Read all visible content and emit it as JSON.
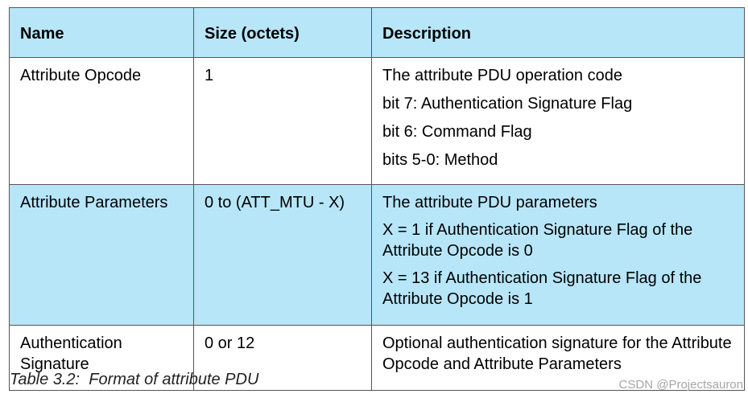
{
  "table": {
    "headers": [
      "Name",
      "Size (octets)",
      "Description"
    ],
    "rows": [
      {
        "name": "Attribute Opcode",
        "size": "1",
        "description": [
          "The attribute PDU operation code",
          "bit 7: Authentication Signature Flag",
          "bit 6: Command Flag",
          "bits 5-0: Method"
        ]
      },
      {
        "name": "Attribute Parameters",
        "size": "0 to (ATT_MTU - X)",
        "description": [
          "The attribute PDU parameters",
          "X = 1 if Authentication Signature Flag of the Attribute Opcode is 0",
          "X = 13 if Authentication Signature Flag of the Attribute Opcode is 1"
        ]
      },
      {
        "name": "Authentication Signature",
        "size": "0 or 12",
        "description": [
          "Optional authentication signature for the Attribute Opcode and Attribute Parameters"
        ]
      }
    ]
  },
  "caption": "Table 3.2:  Format of attribute PDU",
  "watermark": "CSDN @Projectsauron",
  "colors": {
    "header_background": "#b7e6f9",
    "shaded_row_background": "#b7e6f9",
    "border": "#555555"
  }
}
